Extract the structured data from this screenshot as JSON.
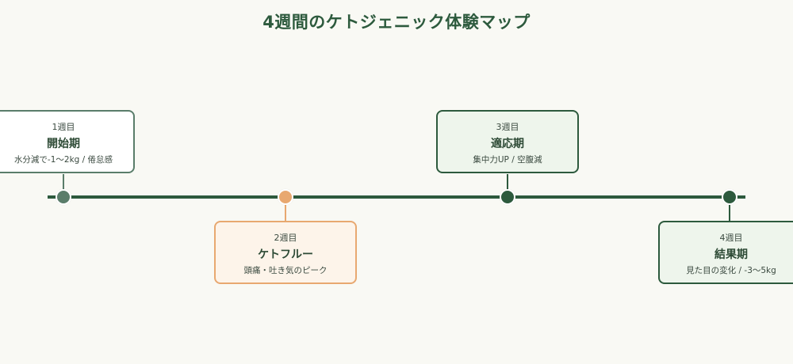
{
  "title": "4週間のケトジェニック体験マップ",
  "milestones": [
    {
      "week": "1週目",
      "phase": "開始期",
      "desc": "水分減で-1〜2kg / 倦怠感",
      "color": "#5a7d6a",
      "border": "#5a7d6a",
      "bg": "#ffffff"
    },
    {
      "week": "2週目",
      "phase": "ケトフルー",
      "desc": "頭痛・吐き気のピーク",
      "color": "#e8a870",
      "border": "#e8a870",
      "bg": "#fdf4ea"
    },
    {
      "week": "3週目",
      "phase": "適応期",
      "desc": "集中力UP / 空腹減",
      "color": "#2d5a3d",
      "border": "#2d5a3d",
      "bg": "#eef5ec"
    },
    {
      "week": "4週目",
      "phase": "結果期",
      "desc": "見た目の変化 / -3〜5kg",
      "color": "#2d5a3d",
      "border": "#2d5a3d",
      "bg": "#eef5ec"
    }
  ]
}
